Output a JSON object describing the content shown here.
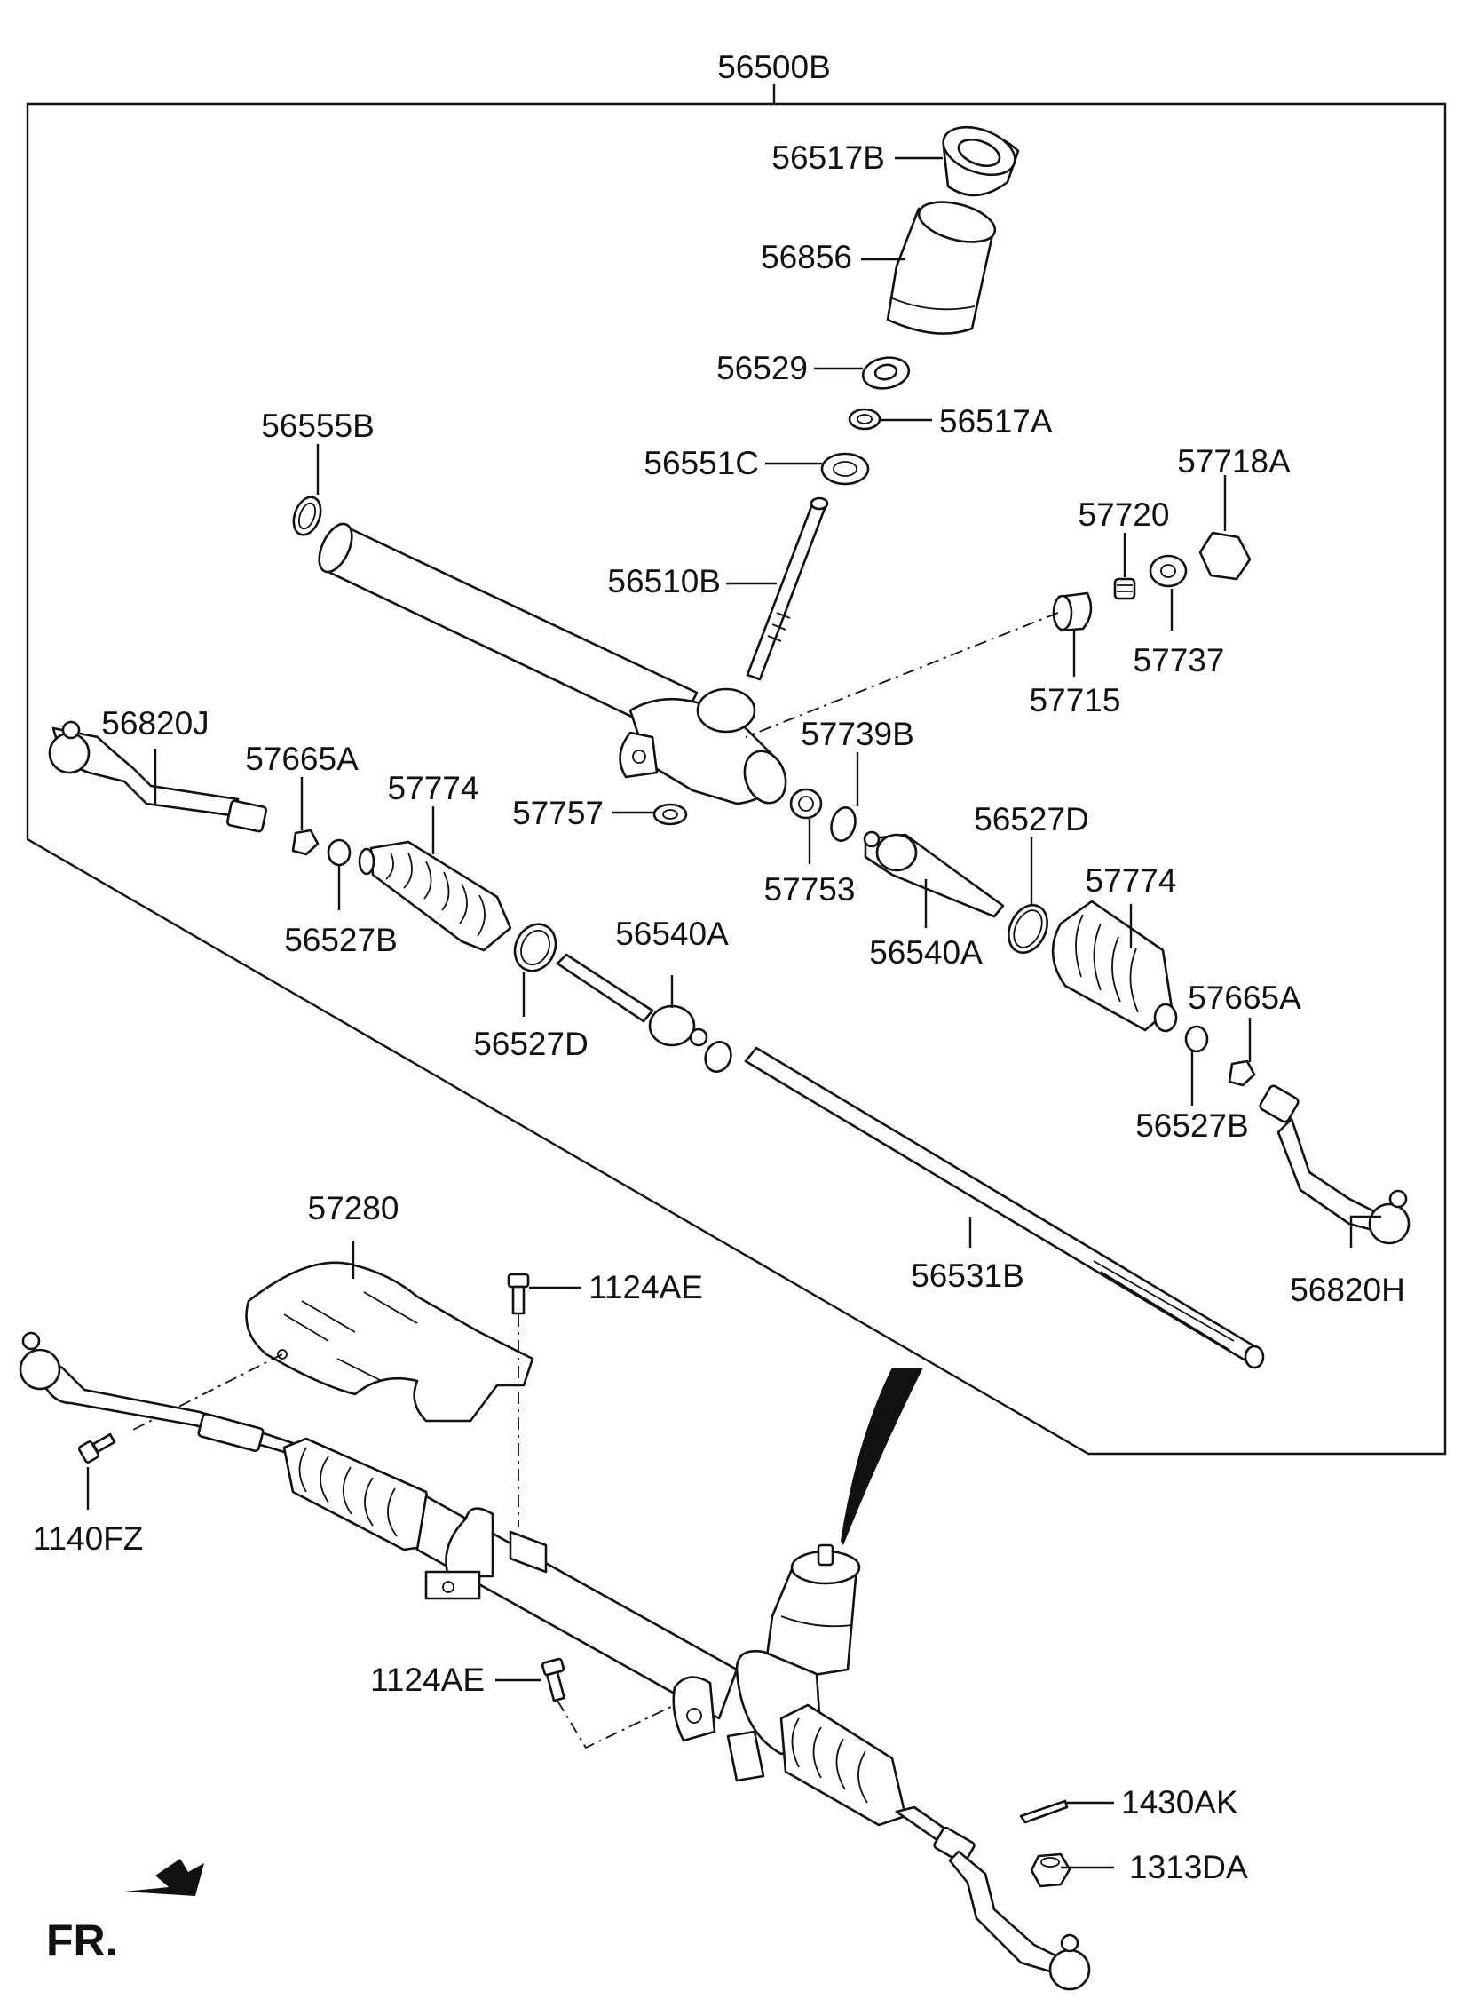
{
  "labels": {
    "assembly": "56500B",
    "cover": "56517B",
    "housing": "56856",
    "bearing": "56529",
    "snap_ring_a": "56517A",
    "ring_c": "56551C",
    "o_ring": "56555B",
    "pinion": "56510B",
    "yoke_nut": "57718A",
    "spring": "57720",
    "yoke": "57737",
    "support": "57715",
    "tie_end_left": "56820J",
    "lock_nut_left": "57665A",
    "boot_left": "57774",
    "seal": "57757",
    "stop_ring": "57739B",
    "bushing": "57753",
    "band_right": "56527D",
    "boot_right": "57774",
    "inner_rod_right": "56540A",
    "clip_left": "56527B",
    "inner_rod_left": "56540A",
    "band_left": "56527D",
    "lock_nut_right": "57665A",
    "clip_right": "56527B",
    "rack": "56531B",
    "tie_end_right": "56820H",
    "heat_shield": "57280",
    "bolt_top": "1124AE",
    "bolt_left": "1140FZ",
    "bolt_bottom": "1124AE",
    "cotter_pin": "1430AK",
    "castle_nut": "1313DA",
    "front": "FR."
  }
}
